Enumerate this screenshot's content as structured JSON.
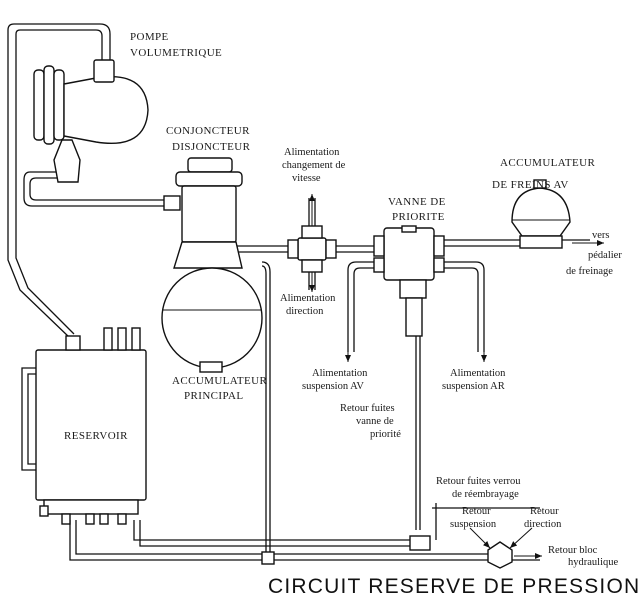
{
  "title": "CIRCUIT RESERVE DE PRESSION",
  "components": {
    "pump": [
      "POMPE",
      "VOLUMETRIQUE"
    ],
    "conjoncteur": [
      "CONJONCTEUR",
      "DISJONCTEUR"
    ],
    "main_accumulator": [
      "ACCUMULATEUR",
      "PRINCIPAL"
    ],
    "priority_valve": [
      "VANNE DE",
      "PRIORITE"
    ],
    "brake_accumulator": [
      "ACCUMULATEUR",
      "DE FREINS AV"
    ],
    "reservoir": "RESERVOIR"
  },
  "labels": {
    "gear_change": [
      "Alimentation",
      "changement de",
      "vitesse"
    ],
    "steering_supply": [
      "Alimentation",
      "direction"
    ],
    "front_suspension": [
      "Alimentation",
      "suspension AV"
    ],
    "rear_suspension": [
      "Alimentation",
      "suspension AR"
    ],
    "brake_pedal": [
      "vers",
      "pédalier",
      "de freinage"
    ],
    "priority_valve_leak": [
      "Retour fuites",
      "vanne de",
      "priorité"
    ],
    "clutch_lock_leak": [
      "Retour fuites verrou",
      "de réembrayage"
    ],
    "suspension_return": [
      "Retour",
      "suspension"
    ],
    "steering_return": [
      "Retour",
      "direction"
    ],
    "hydraulic_block_return": [
      "Retour bloc",
      "hydraulique"
    ]
  }
}
